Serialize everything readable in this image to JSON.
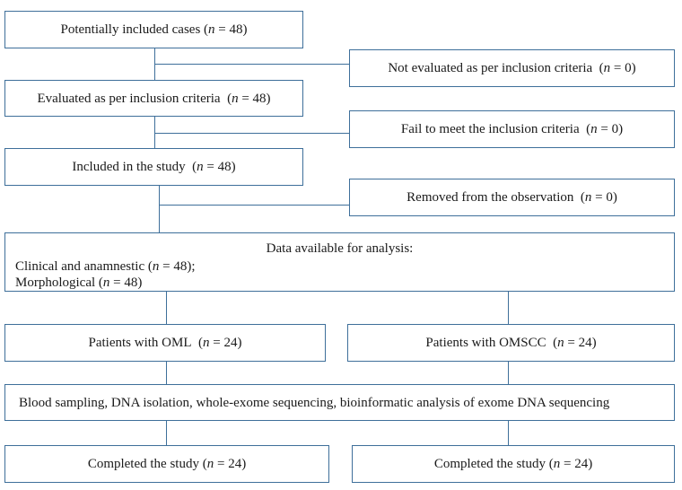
{
  "flowchart": {
    "potentially_included": {
      "label": "Potentially included cases",
      "n": "48"
    },
    "not_evaluated": {
      "label": "Not evaluated as per inclusion criteria",
      "n": "0"
    },
    "evaluated": {
      "label": "Evaluated as per inclusion criteria",
      "n": "48"
    },
    "fail_criteria": {
      "label": "Fail to meet the inclusion criteria",
      "n": "0"
    },
    "included": {
      "label": "Included in the study",
      "n": "48"
    },
    "removed": {
      "label": "Removed from the observation",
      "n": "0"
    },
    "data_available": {
      "title": "Data available for analysis:",
      "clinical_label": "Clinical and anamnestic",
      "clinical_n": "48",
      "morph_label": "Morphological",
      "morph_n": "48"
    },
    "oml": {
      "label": "Patients with OML",
      "n": "24"
    },
    "omscc": {
      "label": "Patients with OMSCC",
      "n": "24"
    },
    "processing": {
      "label": "Blood sampling, DNA isolation, whole-exome sequencing, bioinformatic analysis of exome DNA sequencing"
    },
    "completed_left": {
      "label": "Completed the study",
      "n": "24"
    },
    "completed_right": {
      "label": "Completed the study",
      "n": "24"
    },
    "symbols": {
      "n": "n",
      "eq": " = ",
      "open": "(",
      "close": ")"
    }
  }
}
